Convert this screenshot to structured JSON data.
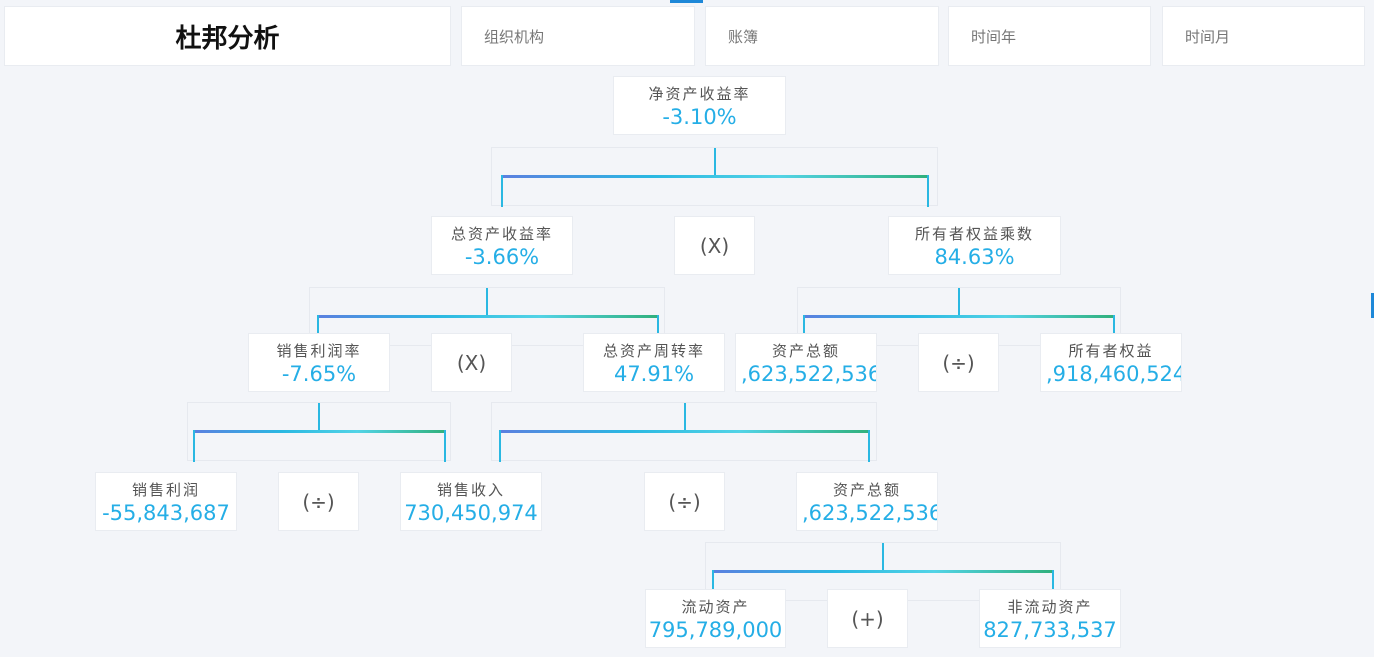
{
  "header": {
    "title": "杜邦分析",
    "filters": [
      {
        "label": "组织机构"
      },
      {
        "label": "账簿"
      },
      {
        "label": "时间年"
      },
      {
        "label": "时间月"
      }
    ]
  },
  "tree": {
    "roe": {
      "label": "净资产收益率",
      "value": "-3.10%"
    },
    "roa": {
      "label": "总资产收益率",
      "value": "-3.66%"
    },
    "op_roe": "(X)",
    "equity_multiplier": {
      "label": "所有者权益乘数",
      "value": "84.63%"
    },
    "profit_margin": {
      "label": "销售利润率",
      "value": "-7.65%"
    },
    "op_roa": "(X)",
    "asset_turnover": {
      "label": "总资产周转率",
      "value": "47.91%"
    },
    "total_assets_a": {
      "label": "资产总额",
      "value": ",623,522,536"
    },
    "op_em": "(÷)",
    "owner_equity": {
      "label": "所有者权益",
      "value": ",918,460,524"
    },
    "sales_profit": {
      "label": "销售利润",
      "value": "-55,843,687"
    },
    "op_pm": "(÷)",
    "sales_revenue": {
      "label": "销售收入",
      "value": "730,450,974"
    },
    "op_at": "(÷)",
    "total_assets_b": {
      "label": "资产总额",
      "value": ",623,522,536"
    },
    "current_assets": {
      "label": "流动资产",
      "value": "795,789,000"
    },
    "op_ta": "(+)",
    "noncurrent_assets": {
      "label": "非流动资产",
      "value": "827,733,537"
    }
  },
  "colors": {
    "value_blue": "#25aee6",
    "accent": "#1e88d8",
    "connector_start": "#5b7fe0",
    "connector_mid": "#2ab8e2",
    "connector_end": "#30b07c"
  }
}
